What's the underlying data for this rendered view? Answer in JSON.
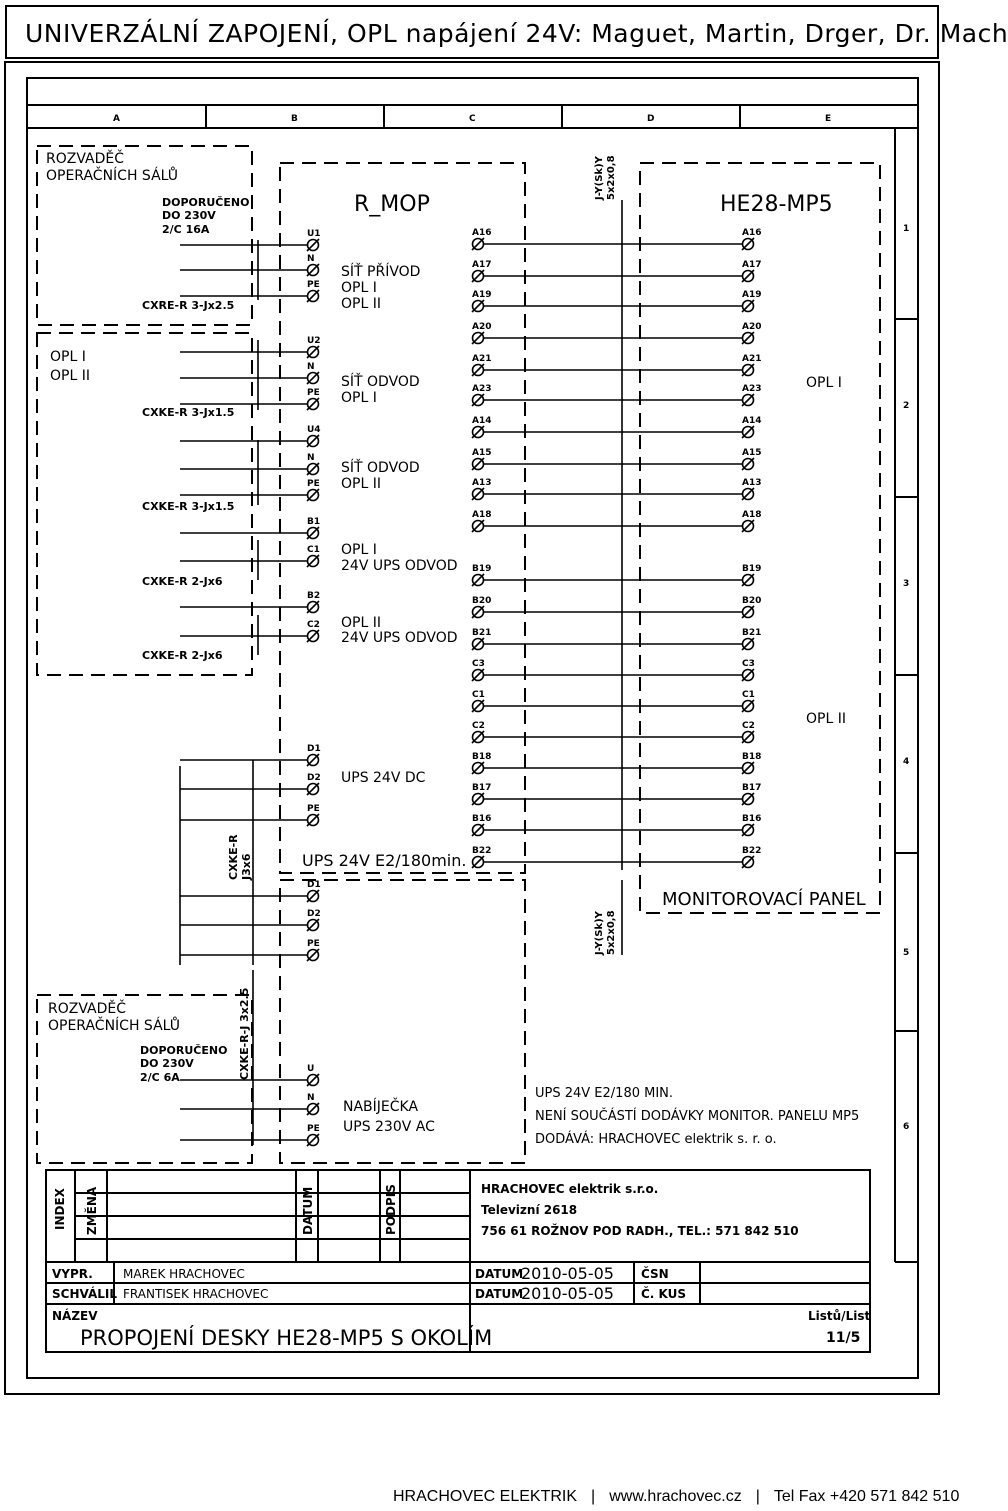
{
  "header": {
    "title": "UNIVERZÁLNÍ ZAPOJENÍ, OPL napájení 24V: Maguet, Martin, Drger, Dr. Mach"
  },
  "columns": [
    "A",
    "B",
    "C",
    "D",
    "E"
  ],
  "rows": [
    "1",
    "2",
    "3",
    "4",
    "5",
    "6"
  ],
  "panels": {
    "r_mop": "R_MOP",
    "he28": "HE28-MP5",
    "monitor": "MONITOROVACÍ PANEL",
    "ups_e2": "UPS 24V E2/180min."
  },
  "left_boxes": {
    "top_title1": "ROZVADĚČ",
    "top_title2": "OPERAČNÍCH SÁLŮ",
    "top_rec1": "DOPORUČENO",
    "top_rec2": "DO 230V",
    "top_rec3": "2/C 16A",
    "opl1": "OPL I",
    "opl2": "OPL II",
    "bot_title1": "ROZVADĚČ",
    "bot_title2": "OPERAČNÍCH SÁLŮ",
    "bot_rec1": "DOPORUČENO",
    "bot_rec2": "DO 230V",
    "bot_rec3": "2/C 6A"
  },
  "cables": {
    "c1": "CXRE-R 3-Jx2.5",
    "c2": "CXKE-R 3-Jx1.5",
    "c3": "CXKE-R 3-Jx1.5",
    "c4": "CXKE-R 2-Jx6",
    "c5": "CXKE-R 2-Jx6",
    "c6a": "CXKE-R",
    "c6b": "J3x6",
    "c7": "CXKE-R-J 3x2.5",
    "jy1a": "J-Y(Sk)Y",
    "jy1b": "5x2x0,8",
    "jy2a": "J-Y(Sk)Y",
    "jy2b": "5x2x0,8"
  },
  "groups": {
    "g1a": "SÍŤ PŘÍVOD",
    "g1b": "OPL I",
    "g1c": "OPL II",
    "g2a": "SÍŤ ODVOD",
    "g2b": "OPL I",
    "g3a": "SÍŤ ODVOD",
    "g3b": "OPL II",
    "g4a": "OPL I",
    "g4b": "24V UPS ODVOD",
    "g5a": "OPL II",
    "g5b": "24V UPS ODVOD",
    "g6": "UPS 24V DC",
    "g7a": "NABÍJEČKA",
    "g7b": "UPS 230V AC",
    "oplI": "OPL I",
    "oplII": "OPL II"
  },
  "terminals_left": [
    "U1",
    "N",
    "PE",
    "U2",
    "N",
    "PE",
    "U4",
    "N",
    "PE",
    "B1",
    "C1",
    "B2",
    "C2",
    "D1",
    "D2",
    "PE",
    "D1",
    "D2",
    "PE",
    "U",
    "N",
    "PE"
  ],
  "terminals_c": [
    "A16",
    "A17",
    "A19",
    "A20",
    "A21",
    "A23",
    "A14",
    "A15",
    "A13",
    "A18",
    "B19",
    "B20",
    "B21",
    "C3",
    "C1",
    "C2",
    "B18",
    "B17",
    "B16",
    "B22"
  ],
  "notes": {
    "n1": "UPS 24V E2/180 MIN.",
    "n2": "NENÍ SOUČÁSTÍ DODÁVKY MONITOR. PANELU MP5",
    "n3": "DODÁVÁ: HRACHOVEC elektrik s. r. o."
  },
  "title_block": {
    "index": "INDEX",
    "zmena": "ZMĚNA",
    "datum": "DATUM",
    "podpis": "PODPIS",
    "company1": "HRACHOVEC elektrik s.r.o.",
    "company2": "Televizní 2618",
    "company3": "756 61 ROŽNOV POD RADH., TEL.: 571 842 510",
    "vypr_label": "VYPR.",
    "vypr": "MAREK HRACHOVEC",
    "schvalil_label": "SCHVÁLIL",
    "schvalil": "FRANTISEK HRACHOVEC",
    "datum1_label": "DATUM",
    "datum1": "2010-05-05",
    "datum2_label": "DATUM",
    "datum2": "2010-05-05",
    "csn": "ČSN",
    "ckus": "Č. KUS",
    "nazev_label": "NÁZEV",
    "nazev": "PROPOJENÍ DESKY HE28-MP5 S OKOLÍM",
    "list_label": "Listů/List",
    "list": "11/5"
  },
  "footer": {
    "company": "HRACHOVEC ELEKTRIK",
    "web": "www.hrachovec.cz",
    "tel": "Tel Fax +420 571 842 510",
    "sep": "|"
  }
}
